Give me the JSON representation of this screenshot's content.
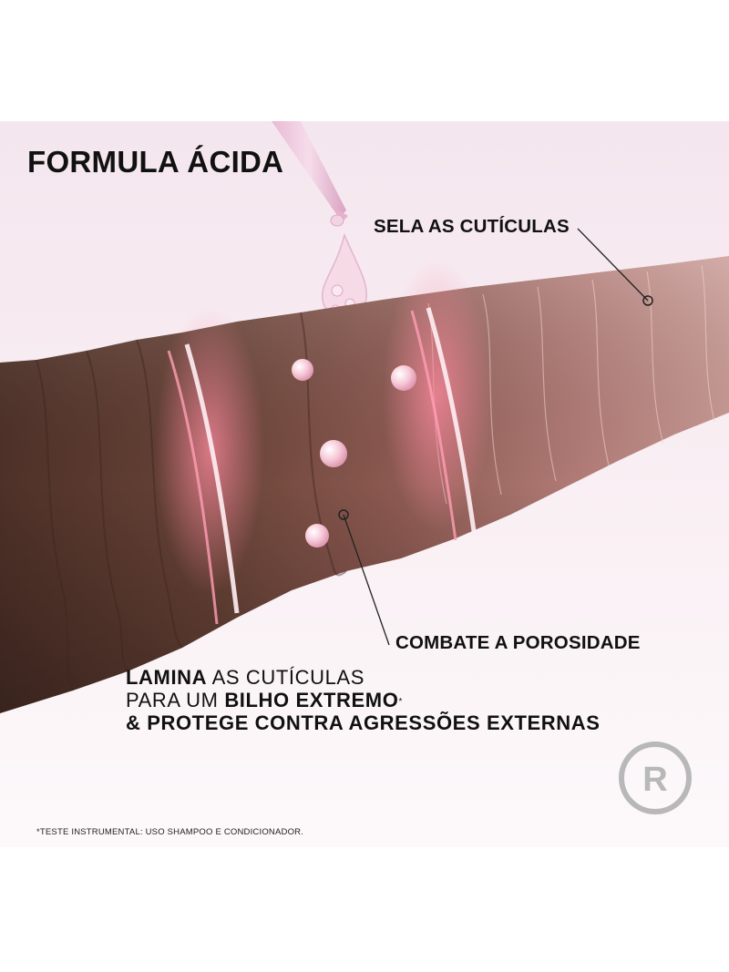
{
  "title": "FORMULA ÁCIDA",
  "callouts": {
    "top": "SELA AS CUTÍCULAS",
    "bottom": "COMBATE A POROSIDADE"
  },
  "claim": {
    "line1_bold": "LAMINA",
    "line1_rest": " AS CUTÍCULAS",
    "line2_pre": "PARA UM ",
    "line2_bold": "BILHO EXTREMO",
    "line2_sup": "*",
    "line3": "& PROTEGE CONTRA AGRESSÕES EXTERNAS"
  },
  "footnote": "*TESTE INSTRUMENTAL: USO SHAMPOO E CONDICIONADOR.",
  "logo_letter": "R",
  "icons": [
    "pipette-icon",
    "droplet-icon",
    "hair-strand-illustration",
    "brand-logo-icon"
  ],
  "colors": {
    "background": "#f4e6ee",
    "hair_dark": "#5a3a30",
    "hair_light": "#c48a86",
    "glow": "#ff6f8a",
    "text": "#111111",
    "logo": "#b8b8b8"
  }
}
